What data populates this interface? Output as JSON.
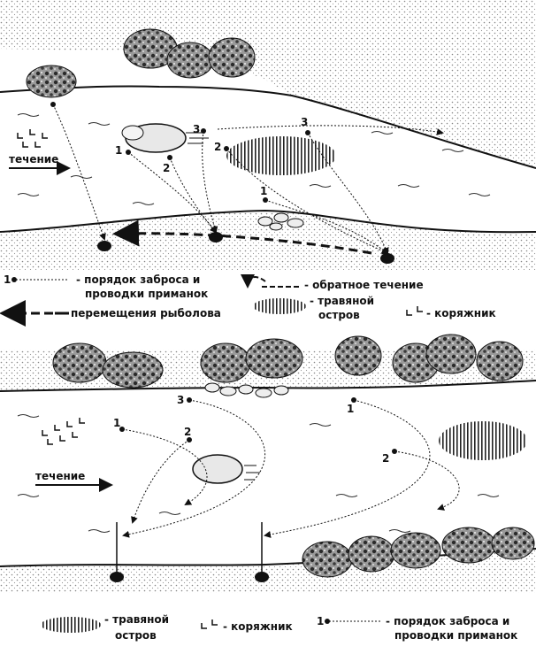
{
  "diagram_top": {
    "current_label": "течение",
    "cast_numbers": [
      "1",
      "2",
      "3",
      "2",
      "3",
      "1"
    ],
    "legend": {
      "cast_order_line1": "- порядок заброса и",
      "cast_order_line2": "проводки приманок",
      "cast_marker": "1",
      "reverse_current": "- обратное течение",
      "angler_moves": "перемещения рыболова",
      "grass_island_line1": "- травяной",
      "grass_island_line2": "остров",
      "snags": "- коряжник"
    }
  },
  "diagram_bottom": {
    "current_label": "течение",
    "cast_numbers": [
      "3",
      "1",
      "2",
      "1",
      "2"
    ],
    "legend": {
      "grass_island_line1": "- травяной",
      "grass_island_line2": "остров",
      "snags": "- коряжник",
      "cast_marker": "1",
      "cast_order_line1": "- порядок заброса и",
      "cast_order_line2": "проводки приманок"
    }
  },
  "colors": {
    "ink": "#111111",
    "paper": "#ffffff"
  }
}
